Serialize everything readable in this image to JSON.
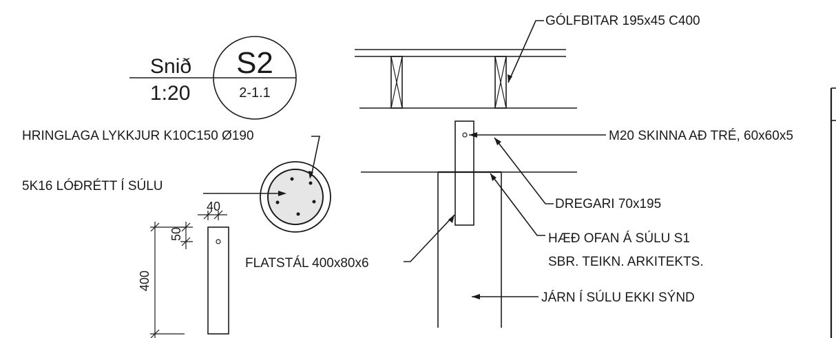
{
  "section": {
    "title": "Snið",
    "scale": "1:20",
    "id": "S2",
    "ref": "2-1.1"
  },
  "labels": {
    "floor_joists": "GÓLFBITAR 195x45 C400",
    "ring_stirrups": "HRINGLAGA LYKKJUR K10C150 Ø190",
    "m20_bracket": "M20 SKINNA AÐ TRÉ, 60x60x5",
    "vertical_rebar": "5K16 LÓÐRÉTT Í SÚLU",
    "dregari": "DREGARI 70x195",
    "height_line1": "HÆÐ OFAN Á SÚLU S1",
    "height_line2": "SBR. TEIKN. ARKITEKTS.",
    "flat_steel": "FLATSTÁL 400x80x6",
    "rebar_not_shown": "JÁRN Í SÚLU EKKI SÝND"
  },
  "dimensions": {
    "d40": "40",
    "d50": "50",
    "d400": "400"
  },
  "colors": {
    "ink": "#1a1a1a",
    "hatch_fill": "#e6e6e6"
  }
}
